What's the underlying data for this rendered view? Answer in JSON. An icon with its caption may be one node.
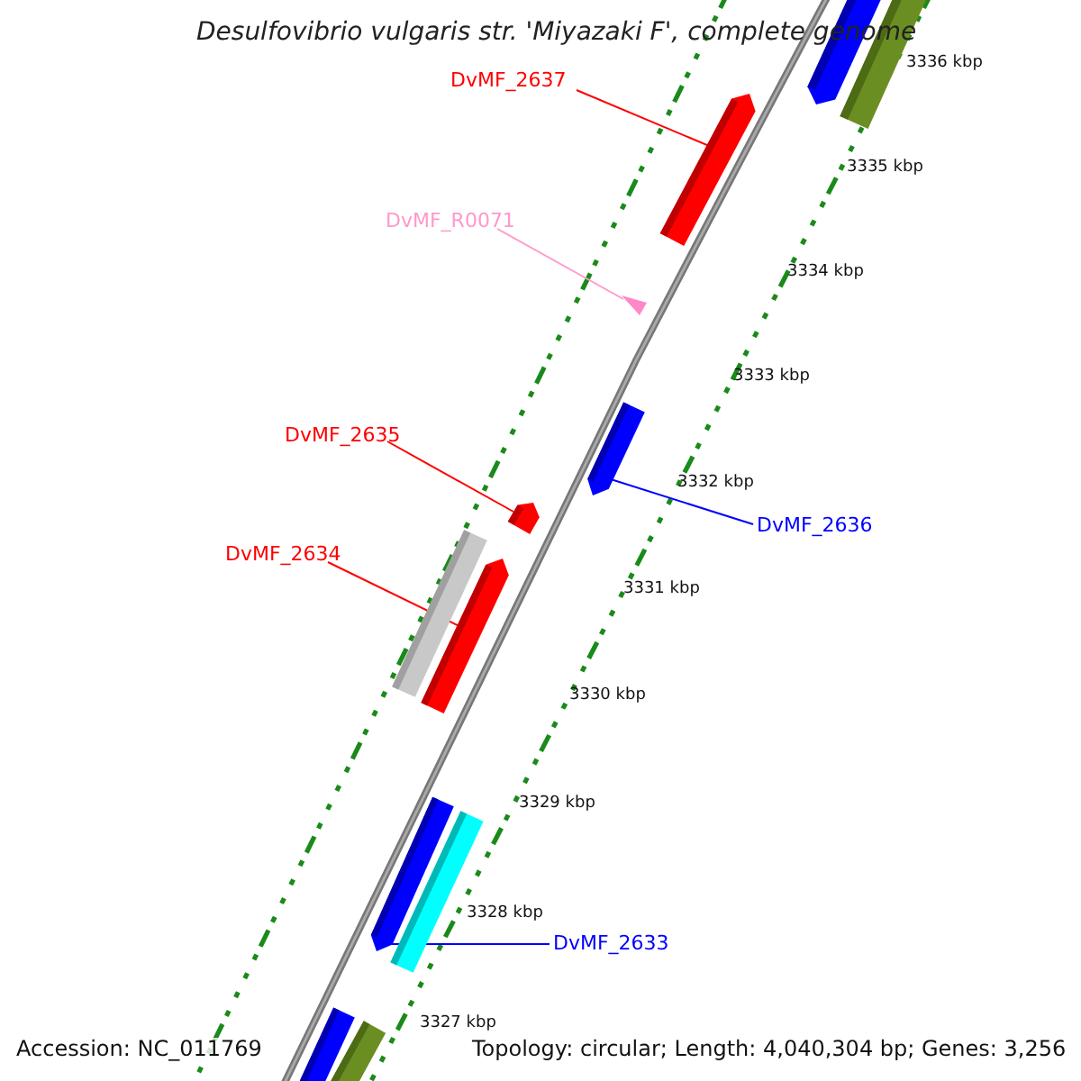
{
  "diagram": {
    "title": "Desulfovibrio vulgaris str. 'Miyazaki F', complete genome",
    "nodes": [
      {
        "text": [
          "DvMF_2637"
        ]
      },
      {
        "text": [],
        "shape": "bar"
      },
      {
        "text": [
          "DvMF_R0071"
        ]
      },
      {
        "text": [],
        "shape": "triangle"
      },
      {
        "text": [
          "DvMF_2635"
        ]
      },
      {
        "text": [],
        "shape": "bar"
      },
      {
        "text": [
          "DvMF_2634"
        ]
      },
      {
        "text": [],
        "shape": "bar"
      },
      {
        "text": [
          "DvMF_2636"
        ]
      },
      {
        "text": [],
        "shape": "bar"
      },
      {
        "text": [
          "DvMF_2633"
        ]
      },
      {
        "text": [],
        "shape": "bar"
      },
      {
        "text": [],
        "shape": "bar"
      },
      {
        "text": [],
        "shape": "bar"
      },
      {
        "text": [],
        "shape": "bar"
      },
      {
        "text": [],
        "shape": "bar"
      },
      {
        "text": [],
        "shape": "bar"
      },
      {
        "text": [],
        "shape": "bar"
      }
    ],
    "edges": [
      {
        "from": 0,
        "to": 1,
        "arrow": "none"
      },
      {
        "from": 2,
        "to": 3,
        "arrow": "none",
        "color": "#ff99cc"
      },
      {
        "from": 4,
        "to": 5,
        "arrow": "none"
      },
      {
        "from": 6,
        "to": 7,
        "arrow": "none"
      },
      {
        "from": 8,
        "to": 9,
        "arrow": "none",
        "color": "#0000ff"
      },
      {
        "from": 10,
        "to": 11,
        "arrow": "none",
        "color": "#0000ff"
      }
    ],
    "labels": [
      "3336 kbp",
      "3335 kbp",
      "3334 kbp",
      "3333 kbp",
      "3332 kbp",
      "3331 kbp",
      "3330 kbp",
      "3329 kbp",
      "3328 kbp",
      "3327 kbp",
      "Accession: NC_011769",
      "Topology: circular; Length: 4,040,304 bp; Genes: 3,256"
    ]
  }
}
